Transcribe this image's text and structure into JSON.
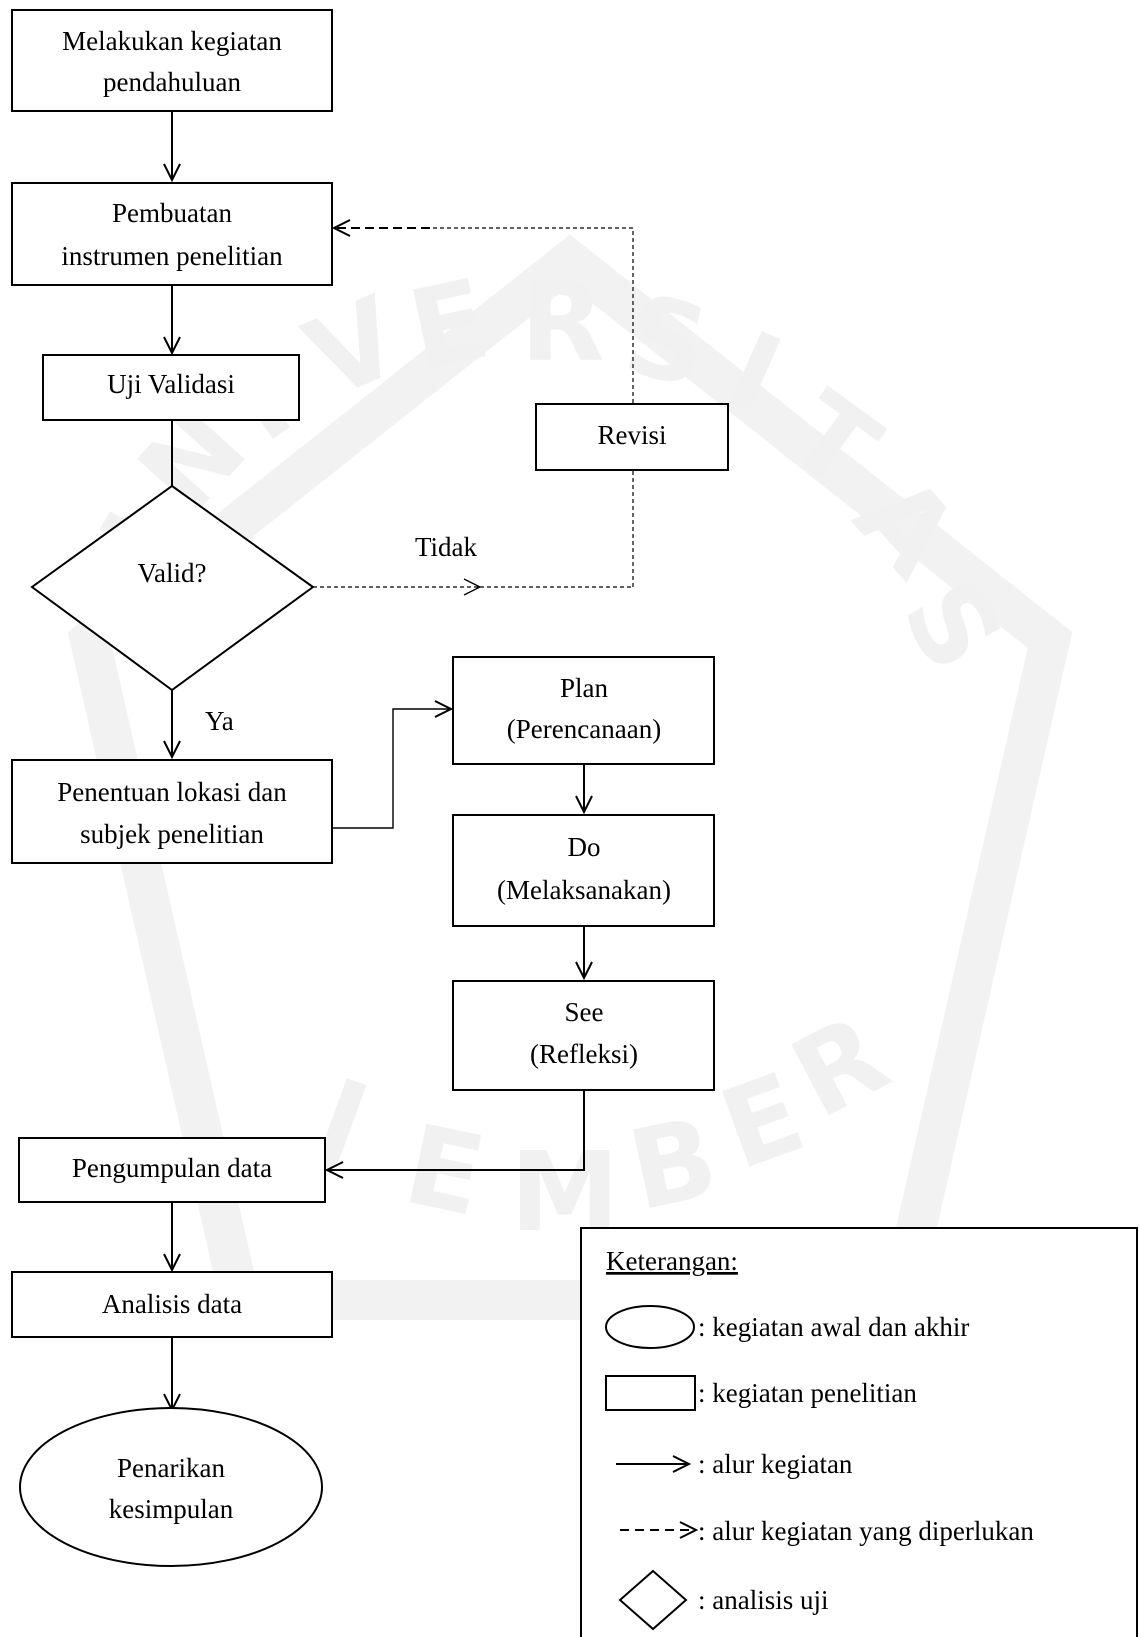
{
  "watermark": {
    "letters": [
      "U",
      "N",
      "I",
      "V",
      "E",
      "R",
      "S",
      "I",
      "T",
      "A",
      "S"
    ],
    "bottom_letters": [
      "J",
      "E",
      "M",
      "B",
      "E",
      "R"
    ]
  },
  "nodes": {
    "start": {
      "line1": "Melakukan kegiatan",
      "line2": "pendahuluan"
    },
    "instrument": {
      "line1": "Pembuatan",
      "line2": "instrumen penelitian"
    },
    "validation": {
      "label": "Uji Validasi"
    },
    "revision": {
      "label": "Revisi"
    },
    "decision": {
      "label": "Valid?"
    },
    "location": {
      "line1": "Penentuan lokasi dan",
      "line2": "subjek penelitian"
    },
    "plan": {
      "line1": "Plan",
      "line2": "(Perencanaan)"
    },
    "do": {
      "line1": "Do",
      "line2": "(Melaksanakan)"
    },
    "see": {
      "line1": "See",
      "line2": "(Refleksi)"
    },
    "collect": {
      "label": "Pengumpulan data"
    },
    "analysis": {
      "label": "Analisis data"
    },
    "end": {
      "line1": "Penarikan",
      "line2": "kesimpulan"
    }
  },
  "edges": {
    "no_label": "Tidak",
    "yes_label": "Ya"
  },
  "legend": {
    "title": "Keterangan:",
    "oval": ": kegiatan awal dan akhir",
    "rect": ": kegiatan penelitian",
    "arrow": ": alur kegiatan",
    "dashed": ": alur kegiatan yang diperlukan",
    "diamond": ": analisis uji"
  }
}
